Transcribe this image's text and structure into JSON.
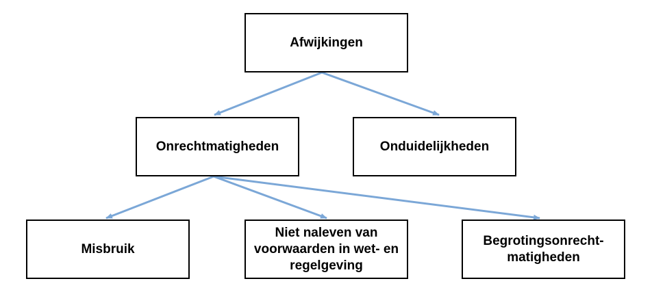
{
  "diagram": {
    "nodes": {
      "root": "Afwijkingen",
      "onrechtmatigheden": "Onrechtmatigheden",
      "onduidelijkheden": "Onduidelijkheden",
      "misbruik": "Misbruik",
      "niet_naleven": "Niet naleven van\nvoorwaarden in wet- en\nregelgeving",
      "begroting": "Begrotingsonrecht-\nmatigheden"
    },
    "edges": [
      [
        "root",
        "onrechtmatigheden"
      ],
      [
        "root",
        "onduidelijkheden"
      ],
      [
        "onrechtmatigheden",
        "misbruik"
      ],
      [
        "onrechtmatigheden",
        "niet_naleven"
      ],
      [
        "onrechtmatigheden",
        "begroting"
      ]
    ]
  },
  "colors": {
    "connector": "#7ba7d7",
    "border": "#000000"
  }
}
